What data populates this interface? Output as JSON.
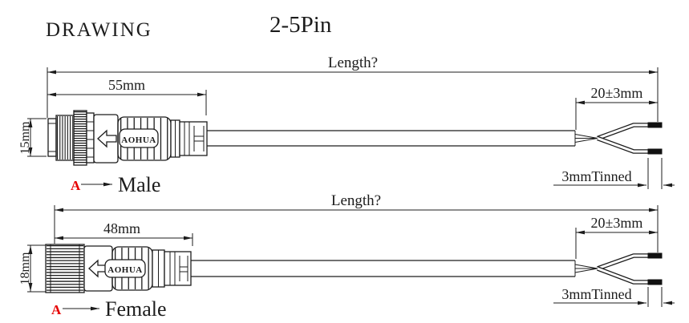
{
  "colors": {
    "ink": "#1c1c1c",
    "accent_red": "#e60000"
  },
  "header": {
    "title": "DRAWING",
    "part_number": "2-5Pin"
  },
  "male": {
    "section_marker": "A",
    "label": "Male",
    "logo": "AOHUA",
    "dimensions": {
      "overall_length": "Length?",
      "connector_length": "55mm",
      "connector_diameter": "15mm",
      "strip_length": "20±3mm",
      "tinning": "3mmTinned"
    }
  },
  "female": {
    "section_marker": "A",
    "label": "Female",
    "logo": "AOHUA",
    "dimensions": {
      "overall_length": "Length?",
      "connector_length": "48mm",
      "connector_diameter": "18mm",
      "strip_length": "20±3mm",
      "tinning": "3mmTinned"
    }
  }
}
